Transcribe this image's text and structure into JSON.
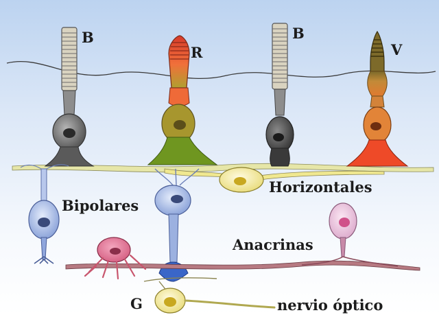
{
  "labels": {
    "b1": "B",
    "r": "R",
    "b2": "B",
    "v": "V",
    "horizontales": "Horizontales",
    "bipolares": "Bipolares",
    "anacrinas": "Anacrinas",
    "g": "G",
    "nervio": "nervio óptico"
  },
  "colors": {
    "rod_gray": "#8c8c8c",
    "cone_red": "#e8502a",
    "cone_green": "#7a9a20",
    "cone_orange": "#d88a3a",
    "bipolar_blue": "#8fa6dc",
    "horizontal_yellow": "#f3ec9a",
    "amacrine_pink": "#e07a96",
    "amacrine_lilac": "#e9b8d4",
    "ganglion_yellow": "#eee58f",
    "axon_brown": "#8a4a52"
  }
}
